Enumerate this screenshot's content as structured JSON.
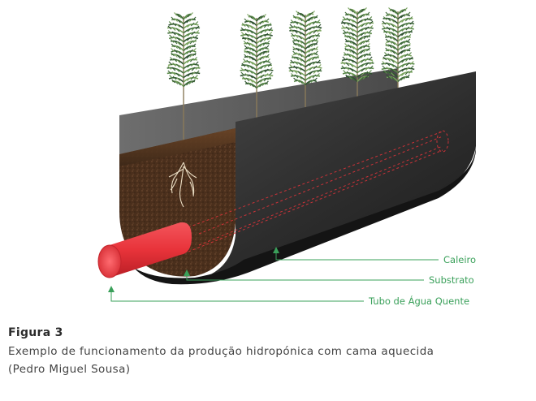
{
  "figure": {
    "title": "Figura 3",
    "caption_line1": "Exemplo de funcionamento da produção hidropónica com cama aquecida",
    "caption_line2": "(Pedro Miguel Sousa)"
  },
  "labels": {
    "caleiro": "Caleiro",
    "substrato": "Substrato",
    "tubo": "Tubo de Água Quente"
  },
  "colors": {
    "label_green": "#3aa05a",
    "pipe_red": "#e8333a",
    "gutter_dark": "#2a2a2a",
    "substrate_brown": "#5a3a22"
  },
  "plants": {
    "count": 5
  }
}
